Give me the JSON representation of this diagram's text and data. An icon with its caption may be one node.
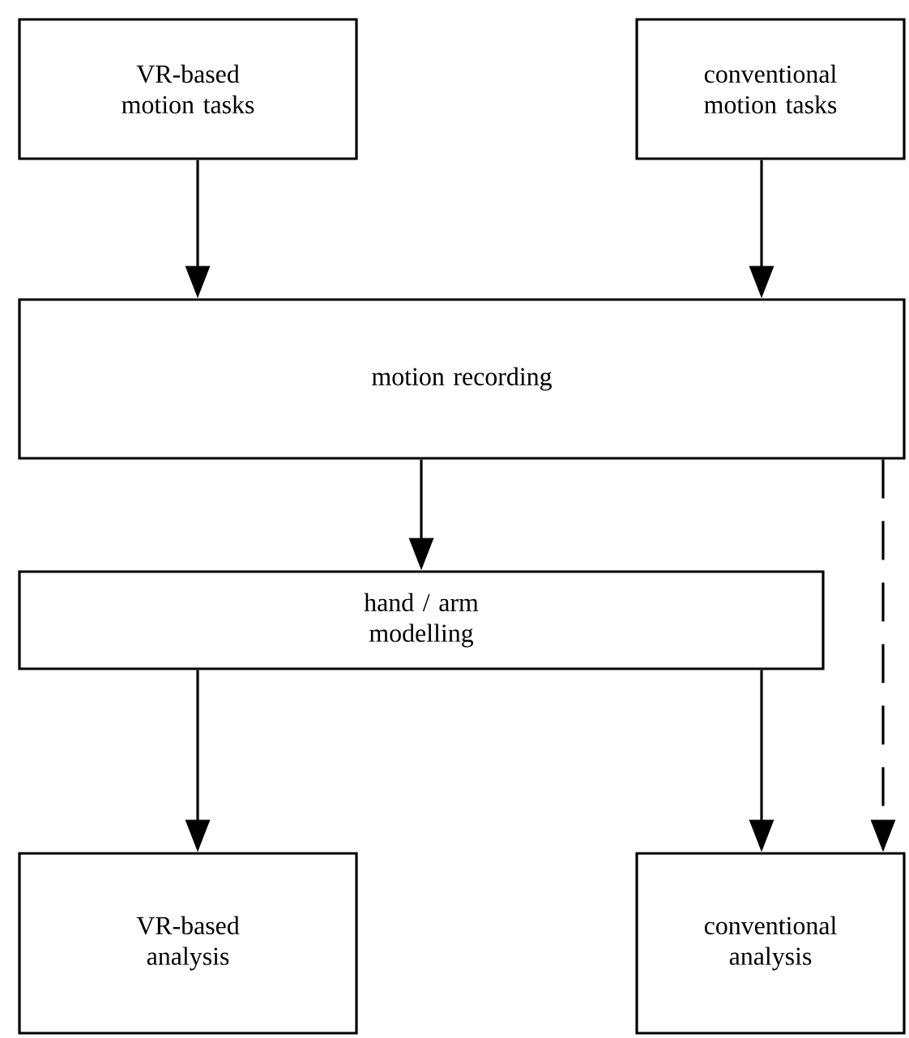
{
  "diagram": {
    "nodes": [
      {
        "text": [
          "VR-based motion tasks"
        ]
      },
      {
        "text": [
          "conventional motion tasks"
        ]
      },
      {
        "text": [
          "motion recording"
        ]
      },
      {
        "text": [
          "hand / arm modelling"
        ]
      },
      {
        "text": [
          "VR-based analysis"
        ]
      },
      {
        "text": [
          "conventional analysis"
        ]
      }
    ],
    "edges": [
      {
        "from": 0,
        "to": 2,
        "arrow": "to"
      },
      {
        "from": 1,
        "to": 2,
        "arrow": "to"
      },
      {
        "from": 2,
        "to": 3,
        "arrow": "to"
      },
      {
        "from": 3,
        "to": 4,
        "arrow": "to"
      },
      {
        "from": 3,
        "to": 5,
        "arrow": "to"
      },
      {
        "from": 2,
        "to": 5,
        "arrow": "to",
        "style": "dashed"
      }
    ]
  }
}
